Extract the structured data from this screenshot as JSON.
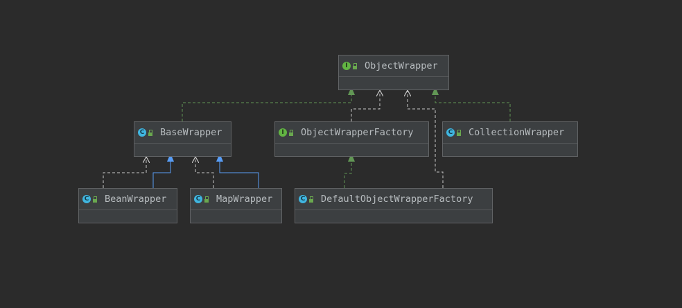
{
  "diagram": {
    "nodes": [
      {
        "id": "object-wrapper",
        "label": "ObjectWrapper",
        "kind": "interface",
        "badge": "I"
      },
      {
        "id": "base-wrapper",
        "label": "BaseWrapper",
        "kind": "class",
        "badge": "C"
      },
      {
        "id": "object-wrapper-factory",
        "label": "ObjectWrapperFactory",
        "kind": "interface",
        "badge": "I"
      },
      {
        "id": "collection-wrapper",
        "label": "CollectionWrapper",
        "kind": "class",
        "badge": "C"
      },
      {
        "id": "bean-wrapper",
        "label": "BeanWrapper",
        "kind": "class",
        "badge": "C"
      },
      {
        "id": "map-wrapper",
        "label": "MapWrapper",
        "kind": "class",
        "badge": "C"
      },
      {
        "id": "default-object-wrapper-factory",
        "label": "DefaultObjectWrapperFactory",
        "kind": "class",
        "badge": "C"
      }
    ],
    "edges": [
      {
        "from": "base-wrapper",
        "to": "object-wrapper",
        "relation": "implements"
      },
      {
        "from": "object-wrapper-factory",
        "to": "object-wrapper",
        "relation": "dependency"
      },
      {
        "from": "default-object-wrapper-factory",
        "to": "object-wrapper",
        "relation": "dependency"
      },
      {
        "from": "collection-wrapper",
        "to": "object-wrapper",
        "relation": "implements"
      },
      {
        "from": "bean-wrapper",
        "to": "base-wrapper",
        "relation": "dependency"
      },
      {
        "from": "bean-wrapper",
        "to": "base-wrapper",
        "relation": "extends"
      },
      {
        "from": "map-wrapper",
        "to": "base-wrapper",
        "relation": "dependency"
      },
      {
        "from": "map-wrapper",
        "to": "base-wrapper",
        "relation": "extends"
      },
      {
        "from": "default-object-wrapper-factory",
        "to": "object-wrapper-factory",
        "relation": "implements"
      }
    ],
    "colors": {
      "background": "#2b2b2b",
      "node_fill": "#3c3f41",
      "node_border": "#616365",
      "node_text": "#b7bcbf",
      "implements": "#629755",
      "extends": "#589df6",
      "dependency": "#c8c8c8",
      "interface_badge": "#62b543",
      "class_badge": "#40b6e0"
    }
  }
}
